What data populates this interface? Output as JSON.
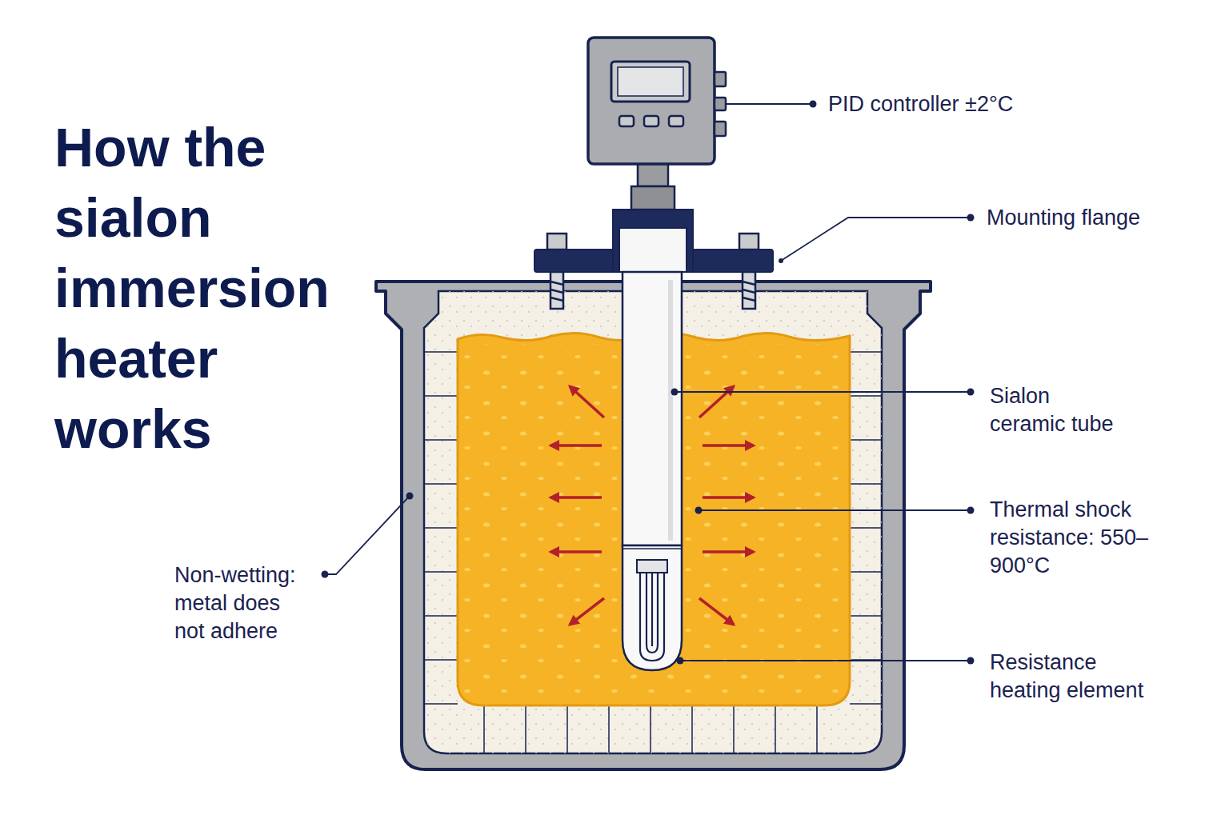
{
  "diagram": {
    "title": "How the sialon immersion heater works",
    "labels": [
      "PID controller ±2°C",
      "Mounting flange",
      "Sialon ceramic tube",
      "Thermal shock resistance: 550–900°C",
      "Resistance heating element",
      "Non-wetting: metal does not adhere"
    ]
  }
}
